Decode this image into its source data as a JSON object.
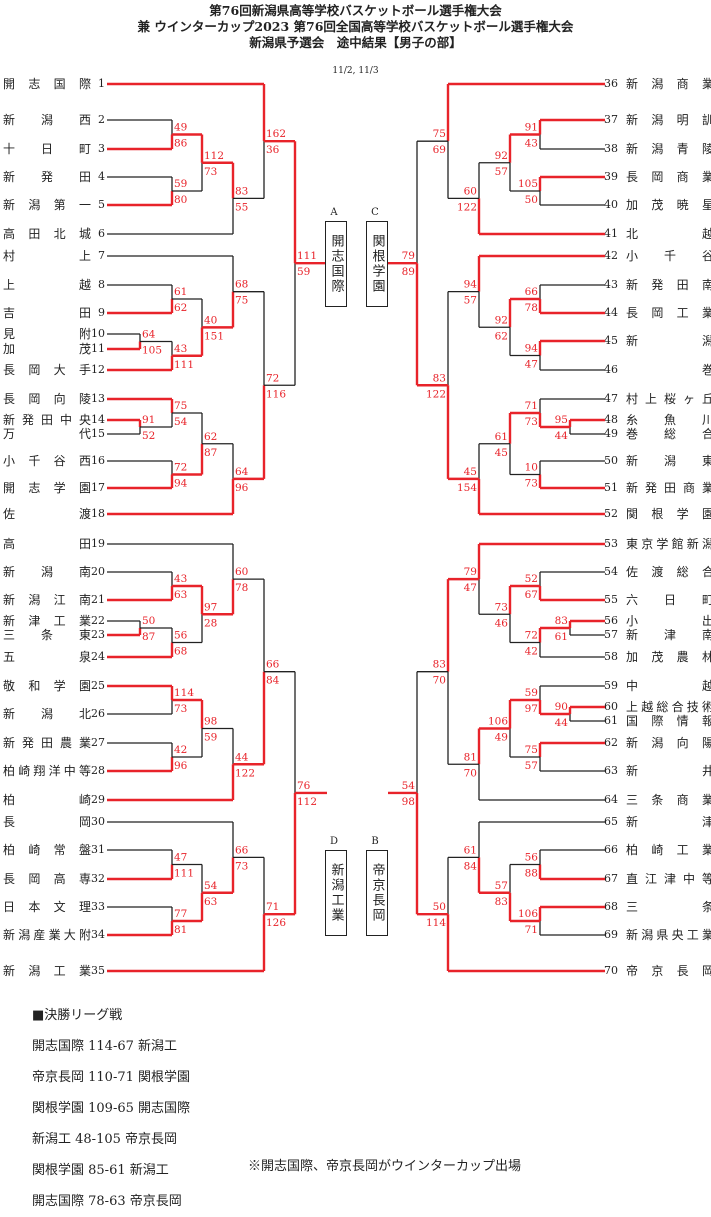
{
  "header": {
    "title_lines": [
      "第76回新潟県高等学校バスケットボール選手権大会",
      "兼 ウインターカップ2023 第76回全国高等学校バスケットボール選手権大会",
      "新潟県予選会　途中結果【男子の部】"
    ],
    "dates": "11/2, 11/3"
  },
  "chart_data": {
    "type": "bracket",
    "title": "新潟県予選会 途中結果【男子の部】",
    "teams_left": [
      {
        "no": "1",
        "name": "開志国際"
      },
      {
        "no": "2",
        "name": "新潟西"
      },
      {
        "no": "3",
        "name": "十日町"
      },
      {
        "no": "4",
        "name": "新発田"
      },
      {
        "no": "5",
        "name": "新潟第一"
      },
      {
        "no": "6",
        "name": "高田北城"
      },
      {
        "no": "7",
        "name": "村上"
      },
      {
        "no": "8",
        "name": "上越"
      },
      {
        "no": "9",
        "name": "吉田"
      },
      {
        "no": "10",
        "name": "見附"
      },
      {
        "no": "11",
        "name": "加茂"
      },
      {
        "no": "12",
        "name": "長岡大手"
      },
      {
        "no": "13",
        "name": "長岡向陵"
      },
      {
        "no": "14",
        "name": "新発田中央"
      },
      {
        "no": "15",
        "name": "万代"
      },
      {
        "no": "16",
        "name": "小千谷西"
      },
      {
        "no": "17",
        "name": "開志学園"
      },
      {
        "no": "18",
        "name": "佐渡"
      },
      {
        "no": "19",
        "name": "高田"
      },
      {
        "no": "20",
        "name": "新潟南"
      },
      {
        "no": "21",
        "name": "新潟江南"
      },
      {
        "no": "22",
        "name": "新津工業"
      },
      {
        "no": "23",
        "name": "三条東"
      },
      {
        "no": "24",
        "name": "五泉"
      },
      {
        "no": "25",
        "name": "敬和学園"
      },
      {
        "no": "26",
        "name": "新潟北"
      },
      {
        "no": "27",
        "name": "新発田農業"
      },
      {
        "no": "28",
        "name": "柏崎翔洋中等"
      },
      {
        "no": "29",
        "name": "柏崎"
      },
      {
        "no": "30",
        "name": "長岡"
      },
      {
        "no": "31",
        "name": "柏崎常盤"
      },
      {
        "no": "32",
        "name": "長岡高専"
      },
      {
        "no": "33",
        "name": "日本文理"
      },
      {
        "no": "34",
        "name": "新潟産業大附"
      },
      {
        "no": "35",
        "name": "新潟工業"
      }
    ],
    "teams_right": [
      {
        "no": "36",
        "name": "新潟商業"
      },
      {
        "no": "37",
        "name": "新潟明訓"
      },
      {
        "no": "38",
        "name": "新潟青陵"
      },
      {
        "no": "39",
        "name": "長岡商業"
      },
      {
        "no": "40",
        "name": "加茂暁星"
      },
      {
        "no": "41",
        "name": "北越"
      },
      {
        "no": "42",
        "name": "小千谷"
      },
      {
        "no": "43",
        "name": "新発田南"
      },
      {
        "no": "44",
        "name": "長岡工業"
      },
      {
        "no": "45",
        "name": "新潟"
      },
      {
        "no": "46",
        "name": "巻"
      },
      {
        "no": "47",
        "name": "村上桜ヶ丘"
      },
      {
        "no": "48",
        "name": "糸魚川"
      },
      {
        "no": "49",
        "name": "巻総合"
      },
      {
        "no": "50",
        "name": "新潟東"
      },
      {
        "no": "51",
        "name": "新発田商業"
      },
      {
        "no": "52",
        "name": "関根学園"
      },
      {
        "no": "53",
        "name": "東京学館新潟"
      },
      {
        "no": "54",
        "name": "佐渡総合"
      },
      {
        "no": "55",
        "name": "六日町"
      },
      {
        "no": "56",
        "name": "小出"
      },
      {
        "no": "57",
        "name": "新津南"
      },
      {
        "no": "58",
        "name": "加茂農林"
      },
      {
        "no": "59",
        "name": "中越"
      },
      {
        "no": "60",
        "name": "上越総合技術"
      },
      {
        "no": "61",
        "name": "国際情報"
      },
      {
        "no": "62",
        "name": "新潟向陽"
      },
      {
        "no": "63",
        "name": "新井"
      },
      {
        "no": "64",
        "name": "三条商業"
      },
      {
        "no": "65",
        "name": "新津"
      },
      {
        "no": "66",
        "name": "柏崎工業"
      },
      {
        "no": "67",
        "name": "直江津中等"
      },
      {
        "no": "68",
        "name": "三条"
      },
      {
        "no": "69",
        "name": "新潟県央工業"
      },
      {
        "no": "70",
        "name": "帝京長岡"
      }
    ],
    "blocks": [
      {
        "label": "A",
        "winner": "開志国際"
      },
      {
        "label": "B",
        "winner": "帝京長岡"
      },
      {
        "label": "C",
        "winner": "関根学園"
      },
      {
        "label": "D",
        "winner": "新潟工業"
      }
    ],
    "matches_left": [
      {
        "id": "L10",
        "a": "10",
        "b": "11",
        "score": [
          64,
          105
        ],
        "win": "b"
      },
      {
        "id": "L2",
        "a": "2",
        "b": "3",
        "score": [
          49,
          86
        ],
        "win": "b"
      },
      {
        "id": "L4",
        "a": "4",
        "b": "5",
        "score": [
          59,
          80
        ],
        "win": "b"
      },
      {
        "id": "L2_4",
        "a": "L2",
        "b": "L4",
        "score": [
          112,
          73
        ],
        "win": "a"
      },
      {
        "id": "L2_6",
        "a": "L2_4",
        "b": "6",
        "score": [
          83,
          55
        ],
        "win": "a"
      },
      {
        "id": "L1",
        "a": "1",
        "b": "L2_6",
        "score": [
          162,
          36
        ],
        "win": "a"
      },
      {
        "id": "L8",
        "a": "8",
        "b": "9",
        "score": [
          61,
          62
        ],
        "win": "b"
      },
      {
        "id": "L11",
        "a": "L10",
        "b": "12",
        "score": [
          43,
          111
        ],
        "win": "b"
      },
      {
        "id": "L8_12",
        "a": "L8",
        "b": "L11",
        "score": [
          40,
          151
        ],
        "win": "b"
      },
      {
        "id": "L7",
        "a": "7",
        "b": "L8_12",
        "score": [
          68,
          75
        ],
        "win": "b"
      },
      {
        "id": "L14",
        "a": "14",
        "b": "15",
        "score": [
          91,
          52
        ],
        "win": "a"
      },
      {
        "id": "L13",
        "a": "13",
        "b": "L14",
        "score": [
          75,
          54
        ],
        "win": "a"
      },
      {
        "id": "L16",
        "a": "16",
        "b": "17",
        "score": [
          72,
          94
        ],
        "win": "b"
      },
      {
        "id": "L13_17",
        "a": "L13",
        "b": "L16",
        "score": [
          62,
          87
        ],
        "win": "b"
      },
      {
        "id": "L13_18",
        "a": "L13_17",
        "b": "18",
        "score": [
          64,
          96
        ],
        "win": "b"
      },
      {
        "id": "L7_18",
        "a": "L7",
        "b": "L13_18",
        "score": [
          72,
          116
        ],
        "win": "b"
      },
      {
        "id": "LA",
        "a": "L1",
        "b": "L7_18",
        "score": [
          111,
          59
        ],
        "win": "a"
      },
      {
        "id": "L22",
        "a": "22",
        "b": "23",
        "score": [
          50,
          87
        ],
        "win": "b"
      },
      {
        "id": "L20",
        "a": "20",
        "b": "21",
        "score": [
          43,
          63
        ],
        "win": "b"
      },
      {
        "id": "L23",
        "a": "L22",
        "b": "24",
        "score": [
          56,
          68
        ],
        "win": "b"
      },
      {
        "id": "L20_24",
        "a": "L20",
        "b": "L23",
        "score": [
          97,
          28
        ],
        "win": "a"
      },
      {
        "id": "L19",
        "a": "19",
        "b": "L20_24",
        "score": [
          60,
          78
        ],
        "win": "b"
      },
      {
        "id": "L25",
        "a": "25",
        "b": "26",
        "score": [
          114,
          73
        ],
        "win": "a"
      },
      {
        "id": "L27",
        "a": "27",
        "b": "28",
        "score": [
          42,
          96
        ],
        "win": "b"
      },
      {
        "id": "L25_28",
        "a": "L25",
        "b": "L27",
        "score": [
          98,
          59
        ],
        "win": "a"
      },
      {
        "id": "L25_29",
        "a": "L25_28",
        "b": "29",
        "score": [
          44,
          122
        ],
        "win": "b"
      },
      {
        "id": "L19_29",
        "a": "L19",
        "b": "L25_29",
        "score": [
          66,
          84
        ],
        "win": "b"
      },
      {
        "id": "L31",
        "a": "31",
        "b": "32",
        "score": [
          47,
          111
        ],
        "win": "b"
      },
      {
        "id": "L33",
        "a": "33",
        "b": "34",
        "score": [
          77,
          81
        ],
        "win": "b"
      },
      {
        "id": "L31_34",
        "a": "L31",
        "b": "L33",
        "score": [
          54,
          63
        ],
        "win": "b"
      },
      {
        "id": "L30",
        "a": "30",
        "b": "L31_34",
        "score": [
          66,
          73
        ],
        "win": "b"
      },
      {
        "id": "L30_35",
        "a": "L30",
        "b": "35",
        "score": [
          71,
          126
        ],
        "win": "b"
      },
      {
        "id": "LD",
        "a": "L19_29",
        "b": "L30_35",
        "score": [
          76,
          112
        ],
        "win": "b"
      }
    ],
    "matches_right": [
      {
        "id": "R37",
        "a": "37",
        "b": "38",
        "score": [
          91,
          43
        ],
        "win": "a"
      },
      {
        "id": "R39",
        "a": "39",
        "b": "40",
        "score": [
          105,
          50
        ],
        "win": "a"
      },
      {
        "id": "R37_40",
        "a": "R37",
        "b": "R39",
        "score": [
          92,
          57
        ],
        "win": "a"
      },
      {
        "id": "R37_41",
        "a": "R37_40",
        "b": "41",
        "score": [
          60,
          122
        ],
        "win": "b"
      },
      {
        "id": "R36",
        "a": "36",
        "b": "R37_41",
        "score": [
          75,
          69
        ],
        "win": "a"
      },
      {
        "id": "R43",
        "a": "43",
        "b": "44",
        "score": [
          66,
          78
        ],
        "win": "b"
      },
      {
        "id": "R45",
        "a": "45",
        "b": "46",
        "score": [
          94,
          47
        ],
        "win": "a"
      },
      {
        "id": "R43_46",
        "a": "R43",
        "b": "R45",
        "score": [
          92,
          62
        ],
        "win": "a"
      },
      {
        "id": "R42",
        "a": "42",
        "b": "R43_46",
        "score": [
          94,
          57
        ],
        "win": "a"
      },
      {
        "id": "R48",
        "a": "48",
        "b": "49",
        "score": [
          95,
          44
        ],
        "win": "a"
      },
      {
        "id": "R47",
        "a": "47",
        "b": "R48",
        "score": [
          71,
          73
        ],
        "win": "b"
      },
      {
        "id": "R50",
        "a": "50",
        "b": "51",
        "score": [
          10,
          73
        ],
        "win": "b"
      },
      {
        "id": "R47_51",
        "a": "R47",
        "b": "R50",
        "score": [
          61,
          45
        ],
        "win": "a"
      },
      {
        "id": "R47_52",
        "a": "R47_51",
        "b": "52",
        "score": [
          45,
          154
        ],
        "win": "b"
      },
      {
        "id": "R42_52",
        "a": "R42",
        "b": "R47_52",
        "score": [
          83,
          122
        ],
        "win": "b"
      },
      {
        "id": "RC",
        "a": "R36",
        "b": "R42_52",
        "score": [
          79,
          89
        ],
        "win": "b"
      },
      {
        "id": "R56",
        "a": "56",
        "b": "57",
        "score": [
          83,
          61
        ],
        "win": "a"
      },
      {
        "id": "R54",
        "a": "54",
        "b": "55",
        "score": [
          52,
          67
        ],
        "win": "b"
      },
      {
        "id": "R56_58",
        "a": "R56",
        "b": "58",
        "score": [
          72,
          42
        ],
        "win": "a"
      },
      {
        "id": "R54_58",
        "a": "R54",
        "b": "R56_58",
        "score": [
          73,
          46
        ],
        "win": "a"
      },
      {
        "id": "R53",
        "a": "53",
        "b": "R54_58",
        "score": [
          79,
          47
        ],
        "win": "a"
      },
      {
        "id": "R60",
        "a": "60",
        "b": "61",
        "score": [
          90,
          44
        ],
        "win": "a"
      },
      {
        "id": "R59",
        "a": "59",
        "b": "R60",
        "score": [
          59,
          97
        ],
        "win": "b"
      },
      {
        "id": "R62",
        "a": "62",
        "b": "63",
        "score": [
          75,
          57
        ],
        "win": "a"
      },
      {
        "id": "R59_63",
        "a": "R59",
        "b": "R62",
        "score": [
          106,
          49
        ],
        "win": "a"
      },
      {
        "id": "R59_64",
        "a": "R59_63",
        "b": "64",
        "score": [
          81,
          70
        ],
        "win": "a"
      },
      {
        "id": "R53_64",
        "a": "R53",
        "b": "R59_64",
        "score": [
          83,
          70
        ],
        "win": "a"
      },
      {
        "id": "R66",
        "a": "66",
        "b": "67",
        "score": [
          56,
          88
        ],
        "win": "b"
      },
      {
        "id": "R68",
        "a": "68",
        "b": "69",
        "score": [
          106,
          71
        ],
        "win": "a"
      },
      {
        "id": "R66_69",
        "a": "R66",
        "b": "R68",
        "score": [
          57,
          83
        ],
        "win": "b"
      },
      {
        "id": "R65",
        "a": "65",
        "b": "R66_69",
        "score": [
          61,
          84
        ],
        "win": "b"
      },
      {
        "id": "R65_70",
        "a": "R65",
        "b": "70",
        "score": [
          50,
          114
        ],
        "win": "b"
      },
      {
        "id": "RB",
        "a": "R53_64",
        "b": "R65_70",
        "score": [
          54,
          98
        ],
        "win": "b"
      }
    ],
    "colors": {
      "win_line": "#e8232a",
      "lose_line": "#222222",
      "score": "#e8232a"
    }
  },
  "final_league": {
    "heading": "■決勝リーグ戦",
    "results": [
      "開志国際 114-67 新潟工",
      "帝京長岡 110-71 関根学園",
      "関根学園 109-65 開志国際",
      "新潟工 48-105 帝京長岡",
      "関根学園 85-61 新潟工",
      "開志国際 78-63 帝京長岡"
    ],
    "note": "※開志国際、帝京長岡がウインターカップ出場"
  }
}
